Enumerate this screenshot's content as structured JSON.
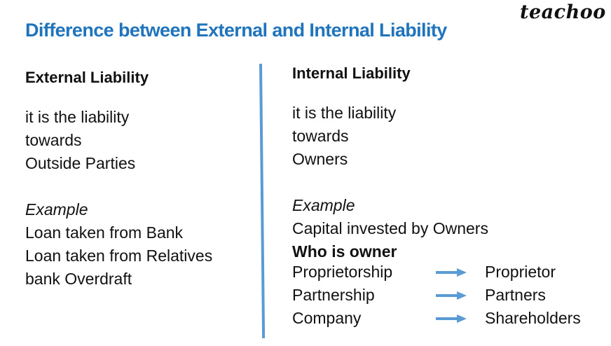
{
  "header": {
    "title": "Difference between External and Internal Liability",
    "logo": "teachoo",
    "accent_color": "#1f74bb",
    "divider_color": "#5b9bd5"
  },
  "external": {
    "heading": "External Liability",
    "definition": [
      "it is the liability",
      "towards",
      "Outside Parties"
    ],
    "example_label": "Example",
    "examples": [
      "Loan taken from Bank",
      "Loan taken from Relatives",
      "bank Overdraft"
    ]
  },
  "internal": {
    "heading": "Internal Liability",
    "definition": [
      "it is the liability",
      "towards",
      "Owners"
    ],
    "example_label": "Example",
    "examples": [
      "Capital invested by Owners"
    ],
    "owner_heading": "Who is owner",
    "owners": [
      {
        "business": "Proprietorship",
        "owner": "Proprietor",
        "icon": "arrow-right-icon"
      },
      {
        "business": "Partnership",
        "owner": "Partners",
        "icon": "arrow-right-icon"
      },
      {
        "business": "Company",
        "owner": "Shareholders",
        "icon": "arrow-right-icon"
      }
    ]
  }
}
